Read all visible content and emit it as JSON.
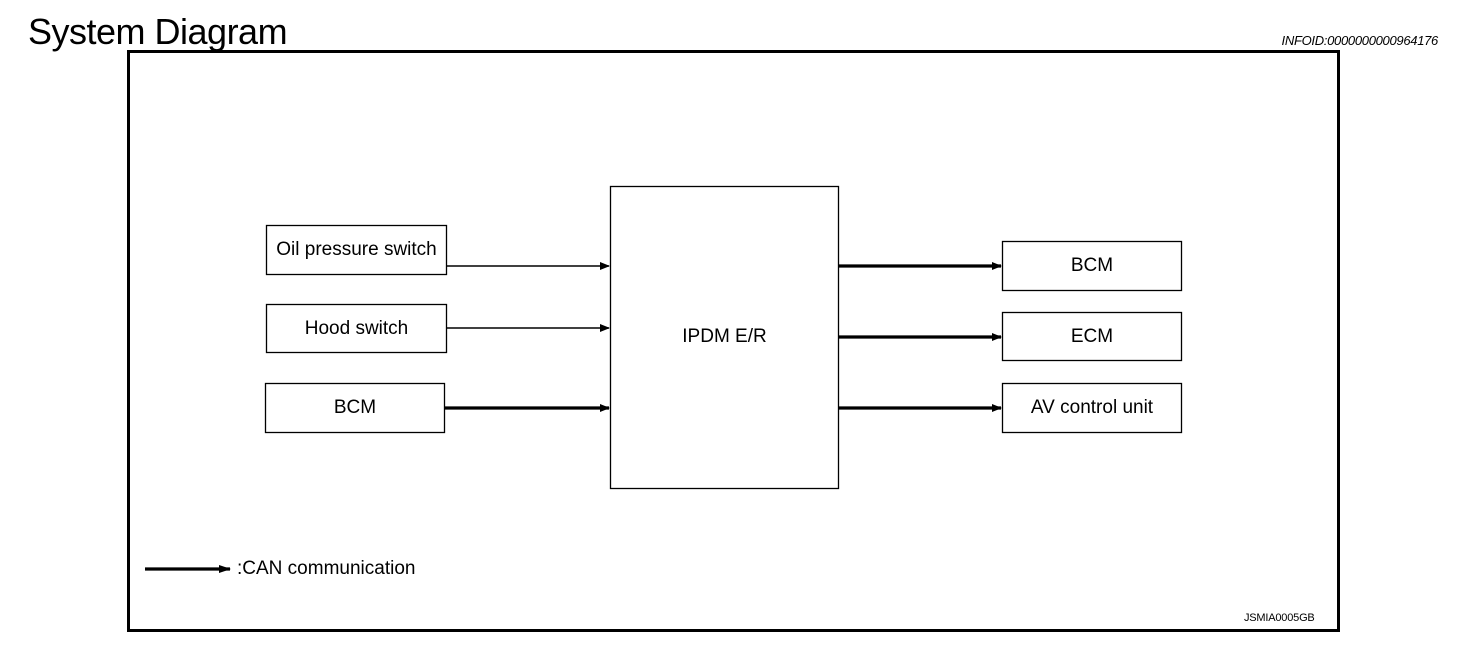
{
  "header": {
    "title": "System Diagram",
    "info_id": "INFOID:0000000000964176"
  },
  "diagram": {
    "inputs": [
      {
        "label": "Oil pressure switch",
        "connection": "wire"
      },
      {
        "label": "Hood switch",
        "connection": "wire"
      },
      {
        "label": "BCM",
        "connection": "CAN"
      }
    ],
    "center": {
      "label": "IPDM E/R"
    },
    "outputs": [
      {
        "label": "BCM",
        "connection": "CAN"
      },
      {
        "label": "ECM",
        "connection": "CAN"
      },
      {
        "label": "AV control unit",
        "connection": "CAN"
      }
    ],
    "legend": {
      "label": ":CAN communication"
    },
    "figure_code": "JSMIA0005GB"
  }
}
